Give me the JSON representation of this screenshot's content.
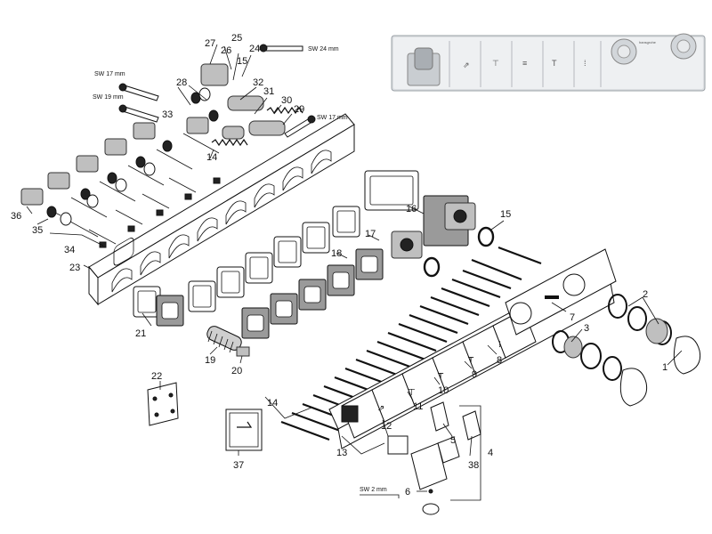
{
  "labels": [
    {
      "id": "1",
      "text": "1"
    },
    {
      "id": "2",
      "text": "2"
    },
    {
      "id": "3",
      "text": "3"
    },
    {
      "id": "4",
      "text": "4"
    },
    {
      "id": "5",
      "text": "5"
    },
    {
      "id": "6",
      "text": "6"
    },
    {
      "id": "7",
      "text": "7"
    },
    {
      "id": "8",
      "text": "8"
    },
    {
      "id": "9",
      "text": "9"
    },
    {
      "id": "10",
      "text": "10"
    },
    {
      "id": "11",
      "text": "11"
    },
    {
      "id": "12",
      "text": "12"
    },
    {
      "id": "13",
      "text": "13"
    },
    {
      "id": "14a",
      "text": "14"
    },
    {
      "id": "14b",
      "text": "14"
    },
    {
      "id": "15a",
      "text": "15"
    },
    {
      "id": "15b",
      "text": "15"
    },
    {
      "id": "16",
      "text": "16"
    },
    {
      "id": "17",
      "text": "17"
    },
    {
      "id": "18",
      "text": "18"
    },
    {
      "id": "19",
      "text": "19"
    },
    {
      "id": "20",
      "text": "20"
    },
    {
      "id": "21",
      "text": "21"
    },
    {
      "id": "22",
      "text": "22"
    },
    {
      "id": "23",
      "text": "23"
    },
    {
      "id": "24",
      "text": "24"
    },
    {
      "id": "25",
      "text": "25"
    },
    {
      "id": "26",
      "text": "26"
    },
    {
      "id": "27",
      "text": "27"
    },
    {
      "id": "28",
      "text": "28"
    },
    {
      "id": "29",
      "text": "29"
    },
    {
      "id": "30",
      "text": "30"
    },
    {
      "id": "31",
      "text": "31"
    },
    {
      "id": "32",
      "text": "32"
    },
    {
      "id": "33",
      "text": "33"
    },
    {
      "id": "34",
      "text": "34"
    },
    {
      "id": "35",
      "text": "35"
    },
    {
      "id": "36",
      "text": "36"
    },
    {
      "id": "37",
      "text": "37"
    },
    {
      "id": "38",
      "text": "38"
    }
  ],
  "tools": {
    "sw24": "SW 24 mm",
    "sw17a": "SW 17 mm",
    "sw19": "SW 19 mm",
    "sw17b": "SW 17 mm",
    "sw2": "SW 2 mm"
  },
  "brand_text": "hansgrohe"
}
